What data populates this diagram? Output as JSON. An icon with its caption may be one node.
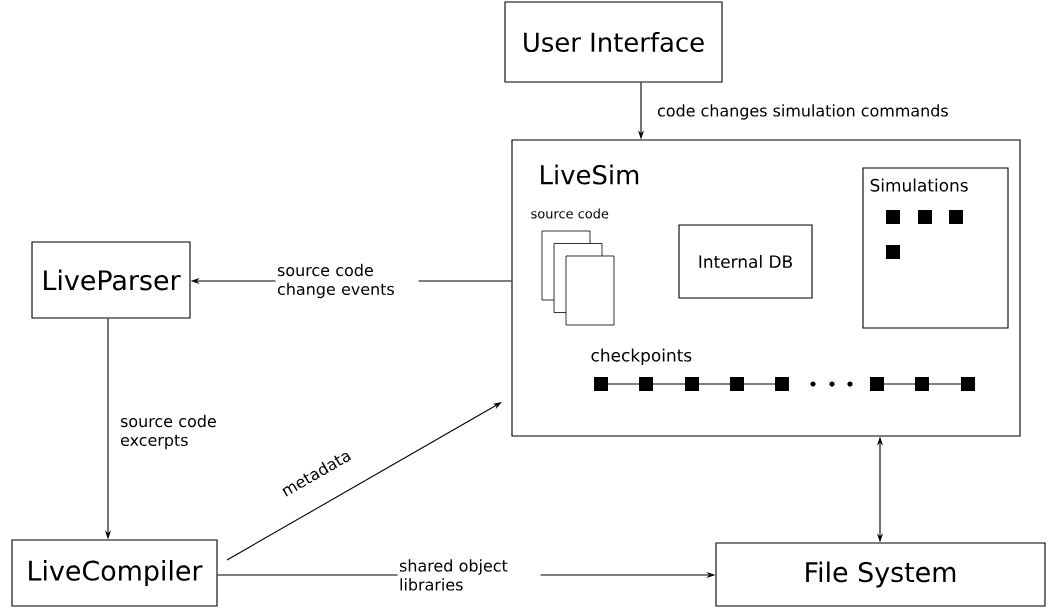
{
  "diagram": {
    "nodes": [
      {
        "text": [
          "User Interface"
        ]
      },
      {
        "text": [
          "LiveSim"
        ]
      },
      {
        "text": [
          "source code"
        ],
        "in": 1
      },
      {
        "text": [
          "Internal DB"
        ],
        "in": 1
      },
      {
        "text": [
          "Simulations"
        ],
        "in": 1
      },
      {
        "text": [
          "LiveParser"
        ]
      },
      {
        "text": [
          "LiveCompiler"
        ]
      },
      {
        "text": [
          "File System"
        ]
      }
    ],
    "edges": [
      {
        "from": 0,
        "to": 1,
        "arrow": "to",
        "label": "code changes simulation commands"
      },
      {
        "from": 1,
        "to": 5,
        "arrow": "to",
        "label": "source code change events"
      },
      {
        "from": 5,
        "to": 6,
        "arrow": "to",
        "label": "source code excerpts"
      },
      {
        "from": 6,
        "to": 1,
        "arrow": "to",
        "label": "metadata"
      },
      {
        "from": 6,
        "to": 7,
        "arrow": "to",
        "label": "shared object libraries"
      },
      {
        "from": 1,
        "to": 7,
        "arrow": "both"
      }
    ],
    "labels": [
      "checkpoints"
    ]
  }
}
